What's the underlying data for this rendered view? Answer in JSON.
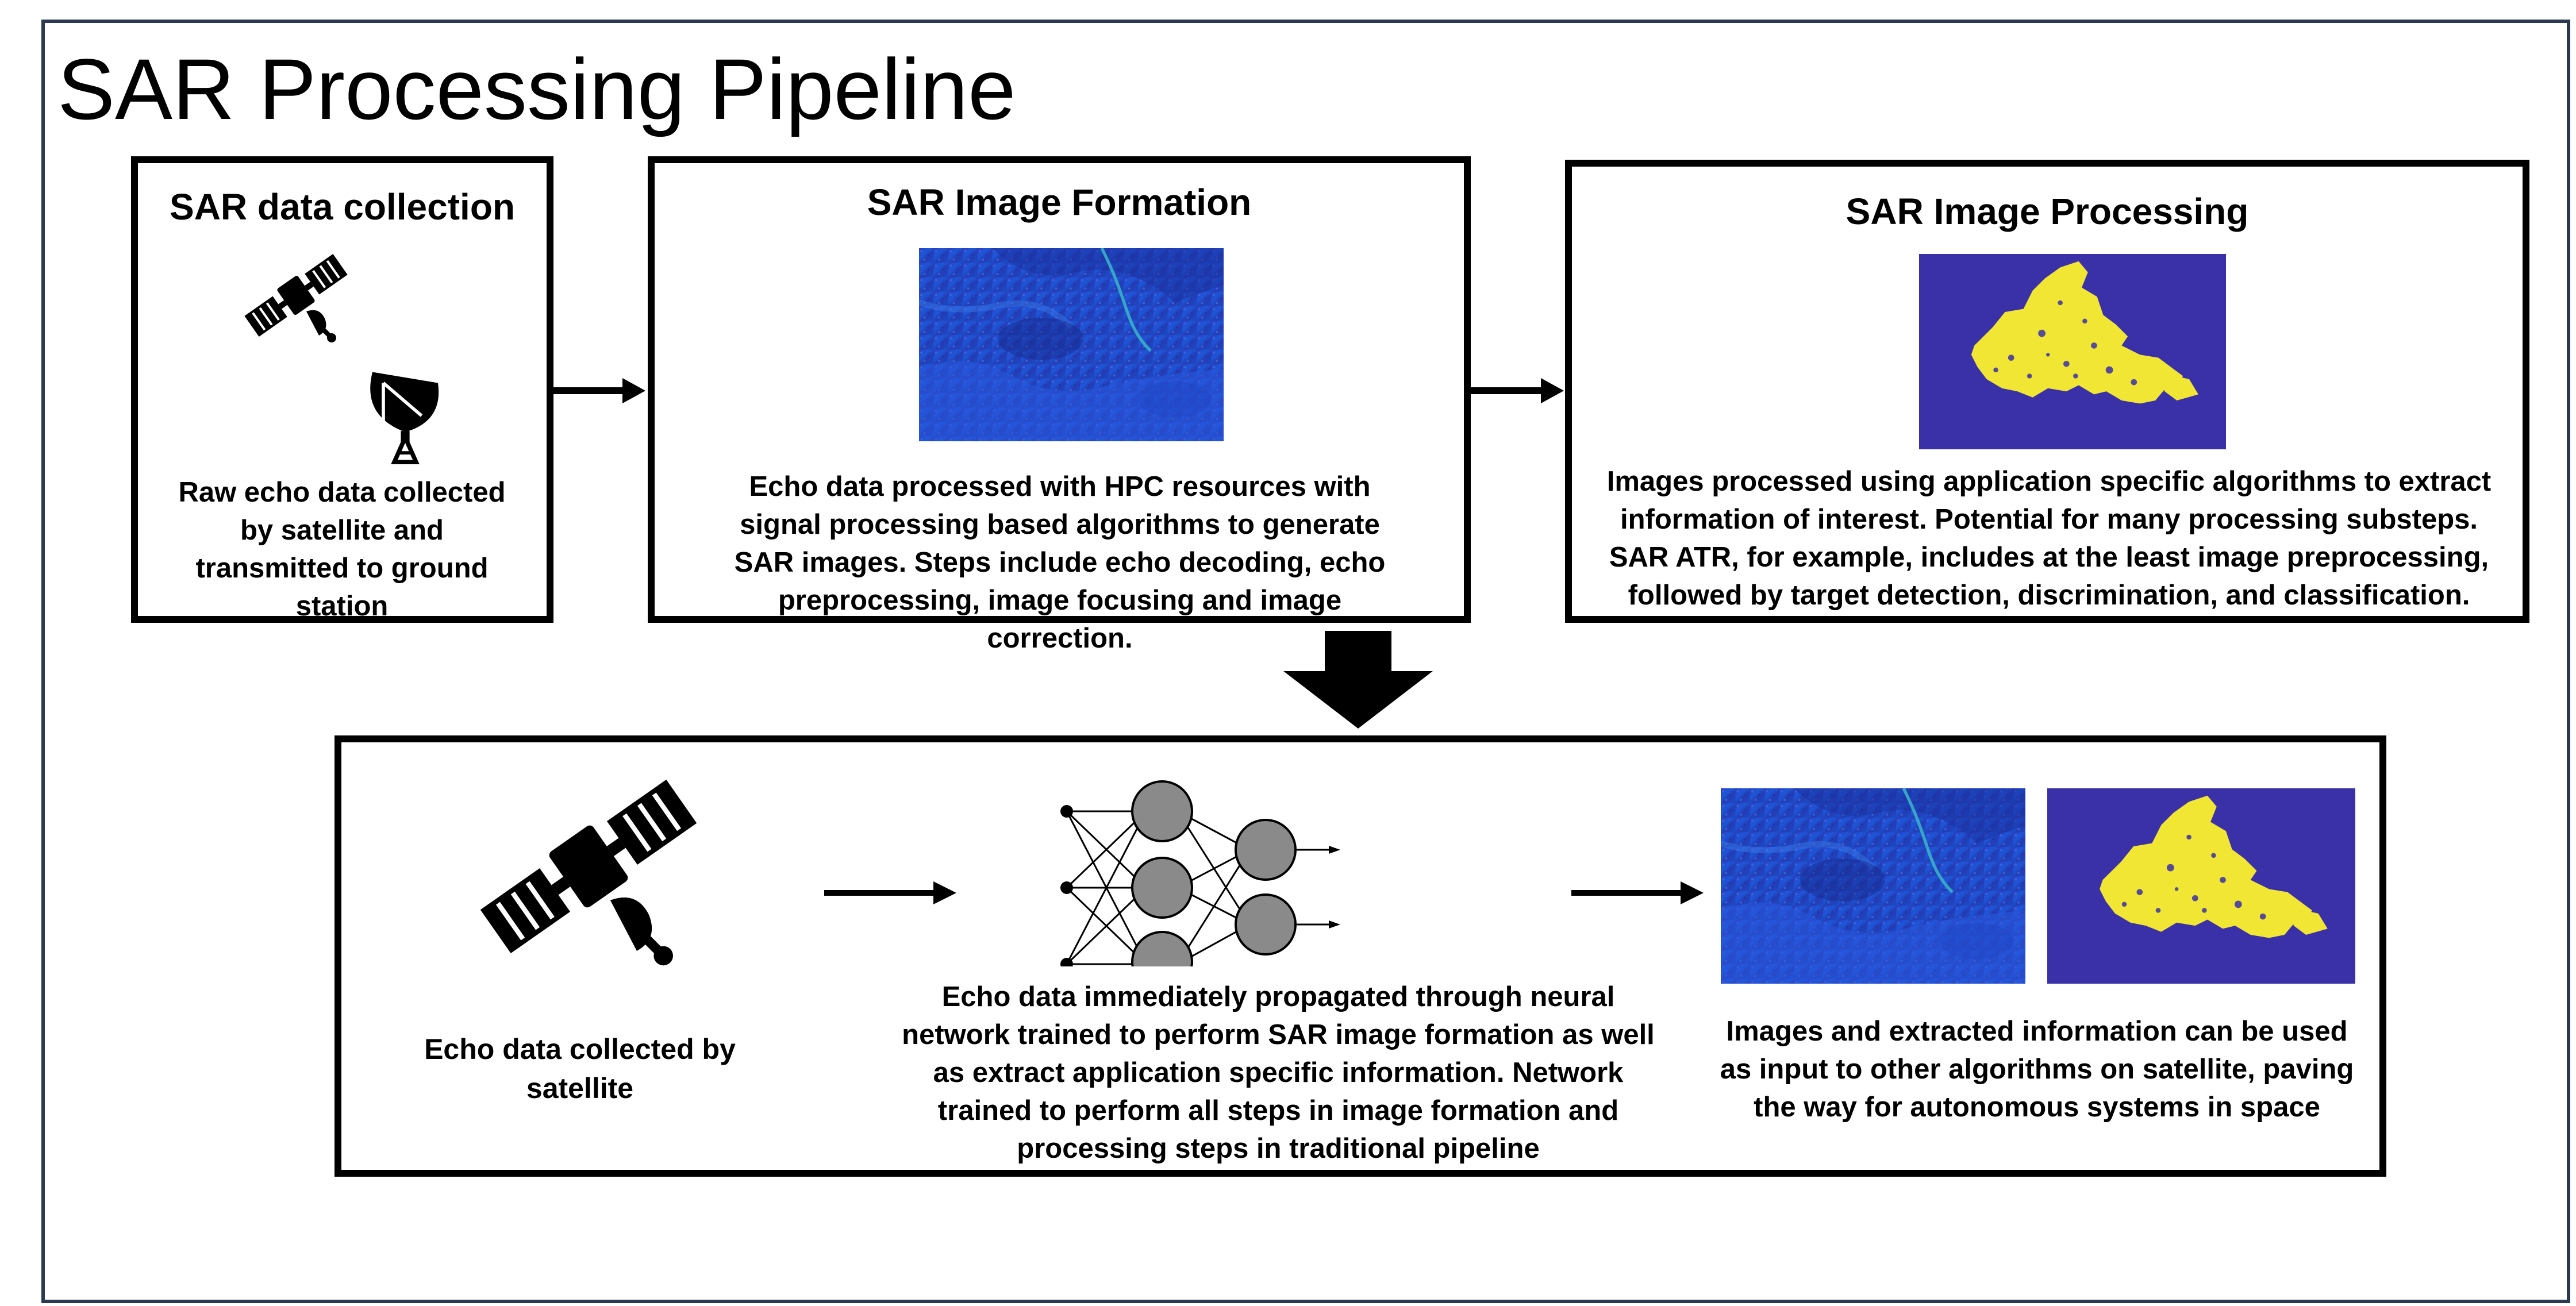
{
  "title": "SAR Processing Pipeline",
  "collection": {
    "title": "SAR data collection",
    "description": "Raw echo data collected by satellite and transmitted to ground station"
  },
  "formation": {
    "title": "SAR Image Formation",
    "description": "Echo data processed with HPC resources with signal processing based algorithms to generate SAR images. Steps include echo decoding, echo preprocessing, image focusing and image correction."
  },
  "processing": {
    "title": "SAR Image Processing",
    "description": "Images processed using application specific algorithms to extract information of interest. Potential for many processing substeps.  SAR ATR, for example, includes at the least image preprocessing, followed by target detection, discrimination, and classification."
  },
  "proposed": {
    "satellite_caption": "Echo data collected by satellite",
    "network_caption": "Echo data immediately propagated through neural network trained to perform SAR image formation as well as extract application specific information. Network trained to perform all steps in image formation and processing steps in traditional pipeline",
    "output_caption": "Images and extracted information can be used as input to other algorithms on satellite, paving the way for autonomous systems in space"
  },
  "icons": {
    "satellite": "satellite-icon",
    "dish": "satellite-dish-icon",
    "arrow": "arrow-right-icon",
    "down_arrow": "arrow-down-icon",
    "network": "neural-network-icon"
  },
  "colors": {
    "sar_background": "#2e3fb0",
    "sar_detail": "#1f6fd6",
    "segmentation_background": "#3a30a8",
    "segmentation_foreground": "#f2e634",
    "node_fill": "#8a8a8a",
    "frame_border": "#2b3a4f"
  }
}
